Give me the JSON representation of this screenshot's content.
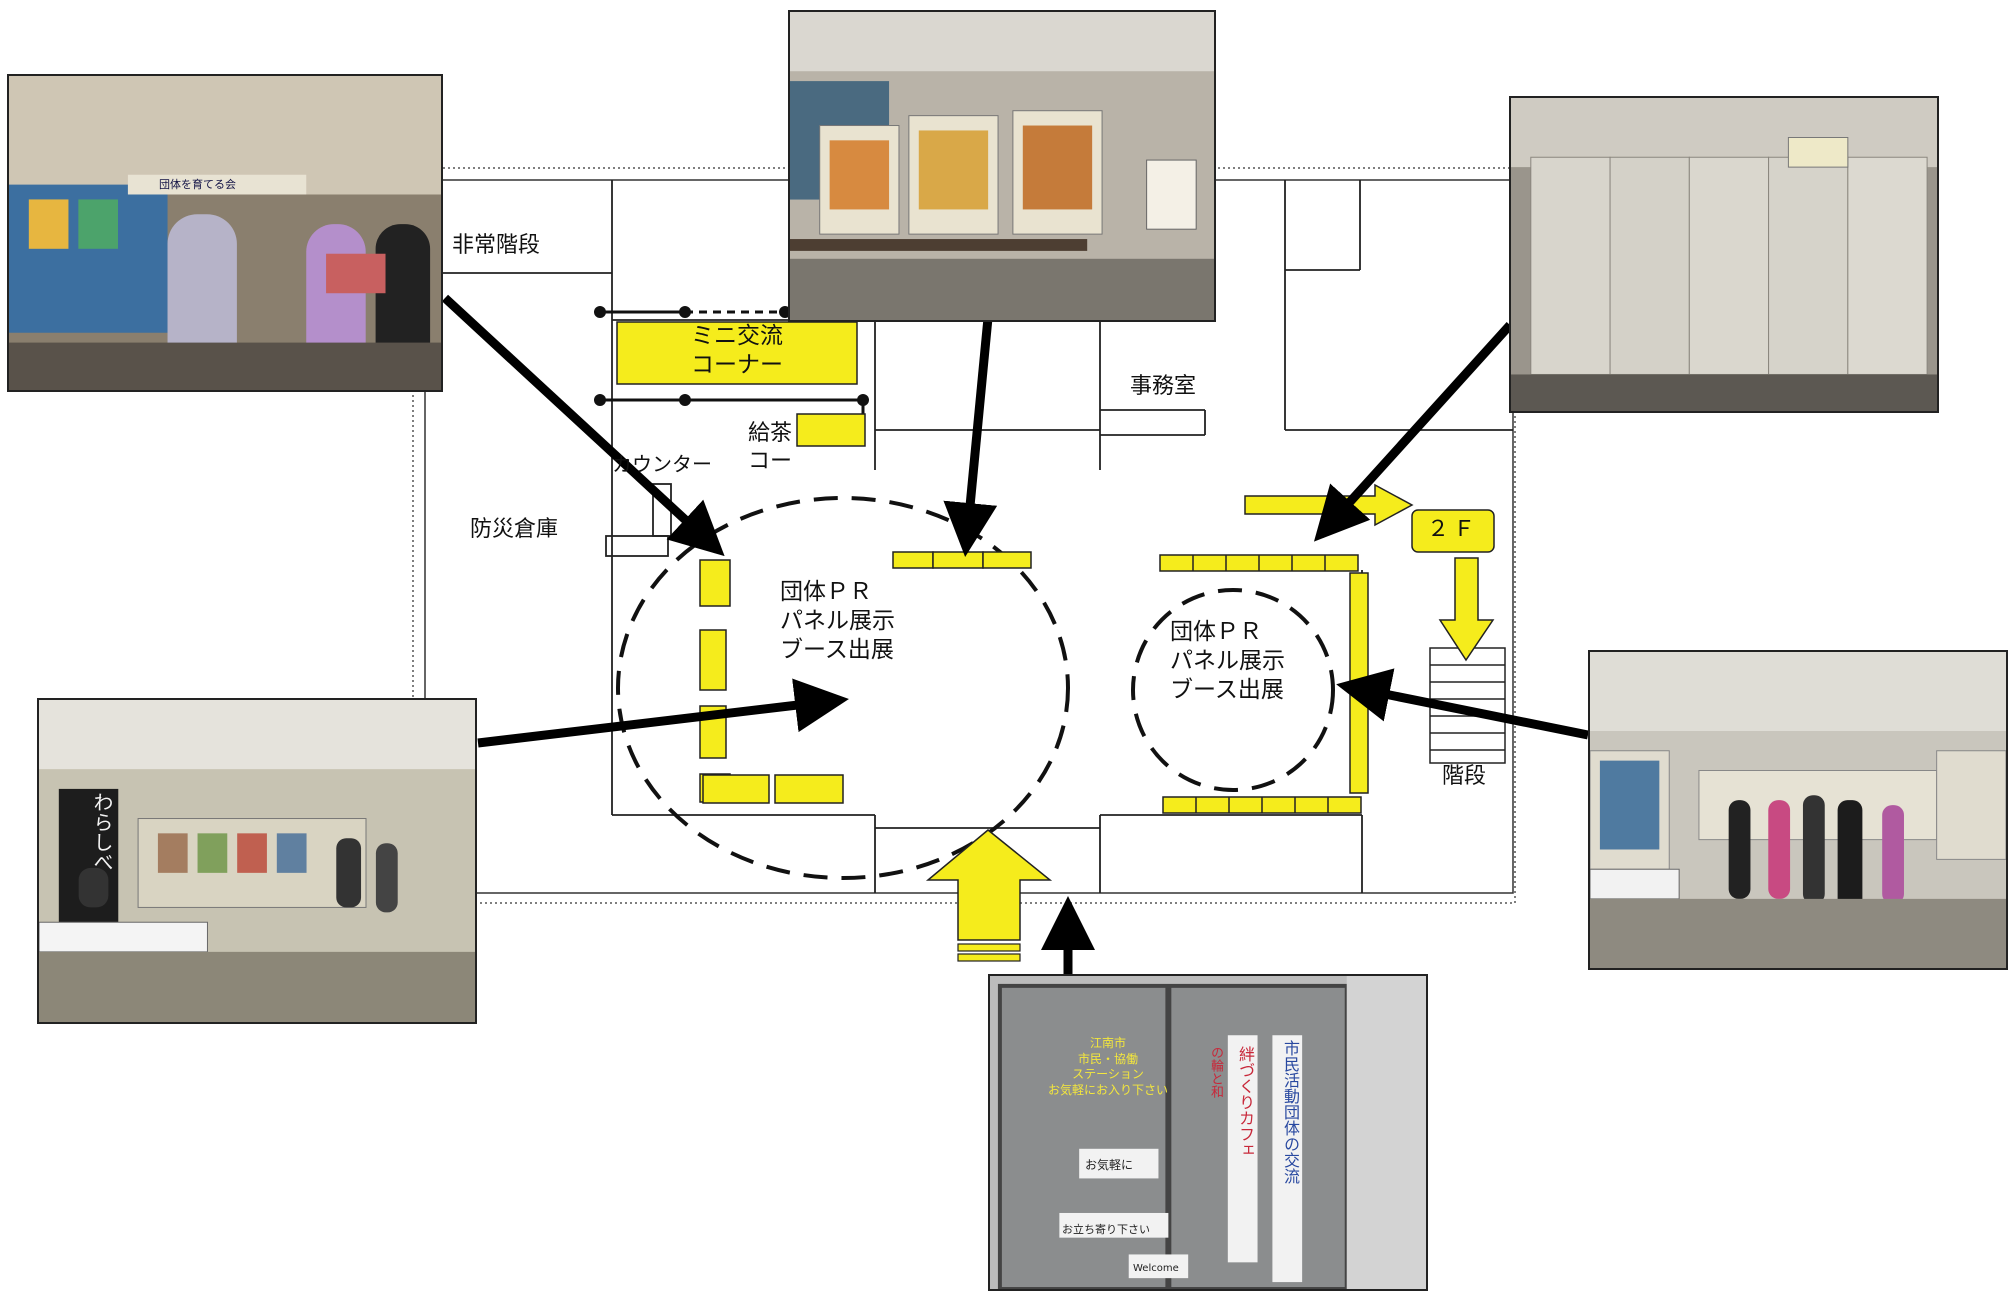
{
  "rooms": {
    "emergency_stairs": "非常階段",
    "office": "事務室",
    "counter": "カウンター",
    "tea_corner": "給茶\nコー",
    "disaster_storage": "防災倉庫",
    "stairs": "階段",
    "second_floor": "２Ｆ"
  },
  "corner": {
    "mini_exchange": "ミニ交流\nコーナー"
  },
  "booths": {
    "main": "団体ＰＲ\nパネル展示\nブース出展",
    "side": "団体ＰＲ\nパネル展示\nブース出展"
  },
  "photos": {
    "top_left": {
      "banner": "団体を育てる会"
    },
    "mid_left": {
      "banner": "わらしべ"
    },
    "bottom": {
      "door_text_1": "江南市\n市民・協働\nステーション\nお気軽にお入り下さい",
      "door_text_2": "お気軽に",
      "door_text_3": "お立ち寄り下さい",
      "door_text_4": "Welcome",
      "banner_cafe": "絆づくりカフェ",
      "banner_fair": "市民活動団体の交流",
      "banner_mid": "の輪と和"
    }
  },
  "colors": {
    "accent_yellow": "#f5ec1c",
    "line": "#111111"
  }
}
